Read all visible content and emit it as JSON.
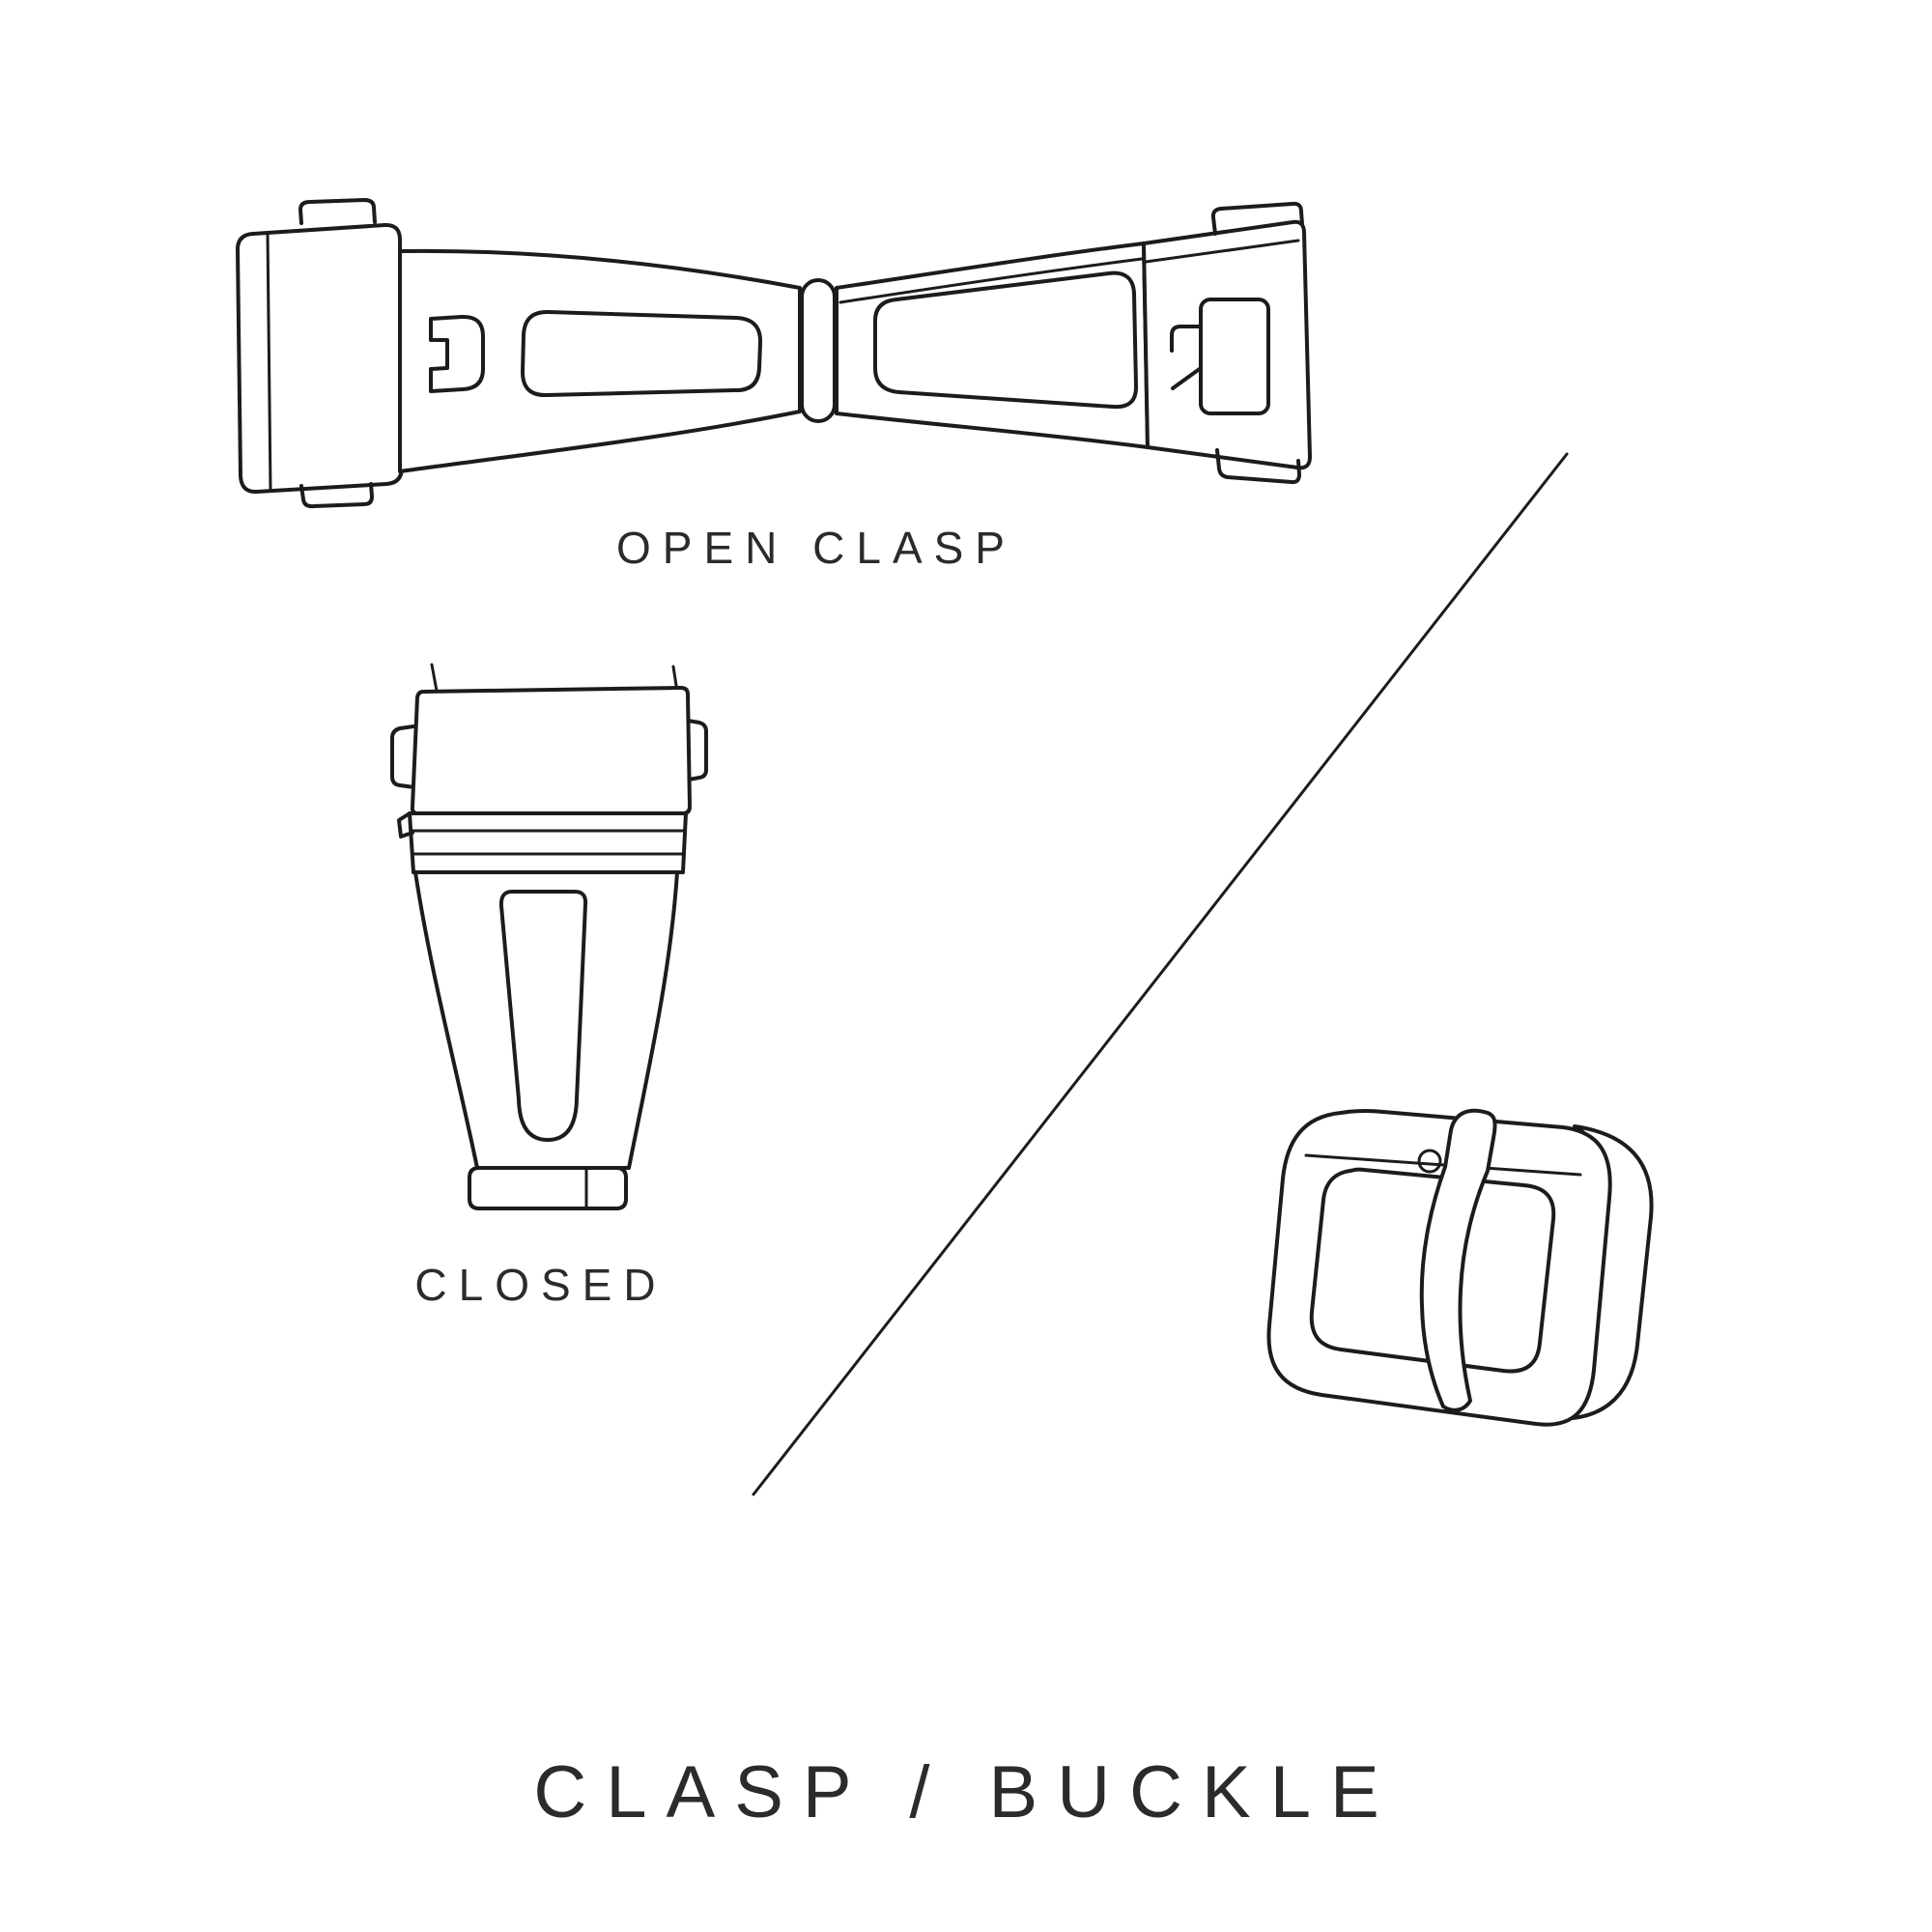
{
  "colors": {
    "background": "#ffffff",
    "line": "#1c1c1c",
    "text": "#2b2b2b"
  },
  "labels": {
    "open_clasp": "OPEN CLASP",
    "closed": "CLOSED",
    "title": "CLASP / BUCKLE"
  }
}
